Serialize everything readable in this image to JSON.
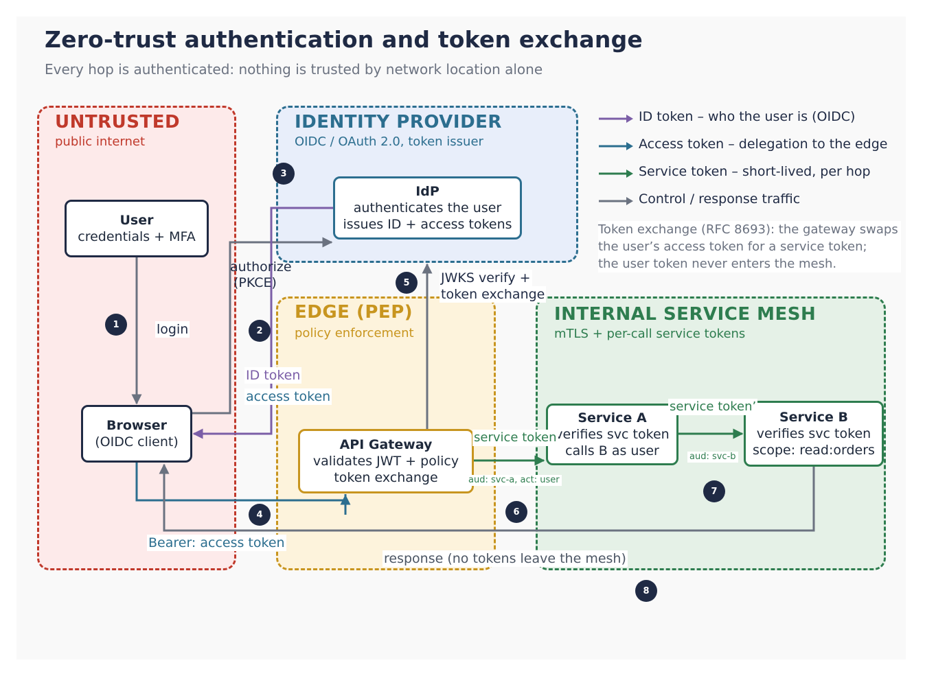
{
  "title": "Zero-trust authentication and token exchange",
  "subtitle": "Every hop is authenticated: nothing is trusted by network location alone",
  "zones": {
    "untrusted": {
      "title": "UNTRUSTED",
      "subtitle": "public internet",
      "color": "#c0392b"
    },
    "idp": {
      "title": "IDENTITY PROVIDER",
      "subtitle": "OIDC / OAuth 2.0, token issuer",
      "color": "#2c6e8f"
    },
    "edge": {
      "title": "EDGE (PEP)",
      "subtitle": "policy enforcement",
      "color": "#c8951f"
    },
    "mesh": {
      "title": "INTERNAL SERVICE MESH",
      "subtitle": "mTLS + per-call service tokens",
      "color": "#2e7d4f"
    }
  },
  "nodes": {
    "user": {
      "title": "User",
      "lines": [
        "credentials + MFA"
      ]
    },
    "browser": {
      "title": "Browser",
      "lines": [
        "(OIDC client)"
      ]
    },
    "idp": {
      "title": "IdP",
      "lines": [
        "authenticates the user",
        "issues ID + access tokens"
      ]
    },
    "gateway": {
      "title": "API Gateway",
      "lines": [
        "validates JWT + policy",
        "token exchange"
      ]
    },
    "service_a": {
      "title": "Service A",
      "lines": [
        "verifies svc token",
        "calls B as user"
      ]
    },
    "service_b": {
      "title": "Service B",
      "lines": [
        "verifies svc token",
        "scope: read:orders"
      ]
    }
  },
  "edge_labels": {
    "login": "login",
    "authorize": "authorize",
    "pkce": "(PKCE)",
    "id_token": "ID token",
    "access_token": "access token",
    "bearer": "Bearer: access token",
    "jwks_1": "JWKS verify +",
    "jwks_2": "token exchange",
    "service_token": "service token",
    "aud_a": "aud: svc-a, act: user",
    "service_token_prime": "service token’",
    "aud_b": "aud: svc-b",
    "response": "response (no tokens leave the mesh)"
  },
  "steps": [
    "1",
    "2",
    "3",
    "4",
    "5",
    "6",
    "7",
    "8"
  ],
  "legend": [
    {
      "label": "ID token – who the user is (OIDC)",
      "color": "#7b5ea7"
    },
    {
      "label": "Access token – delegation to the edge",
      "color": "#2c6e8f"
    },
    {
      "label": "Service token – short-lived, per hop",
      "color": "#2e7d4f"
    },
    {
      "label": "Control / response traffic",
      "color": "#6b7280"
    }
  ],
  "note": [
    "Token exchange (RFC 8693): the gateway swaps",
    "the user’s access token for a service token;",
    "the user token never enters the mesh."
  ],
  "colors": {
    "id_token": "#7b5ea7",
    "access_token": "#2c6e8f",
    "service_token": "#2e7d4f",
    "control": "#6b7280",
    "node_border": "#1f2a44"
  }
}
